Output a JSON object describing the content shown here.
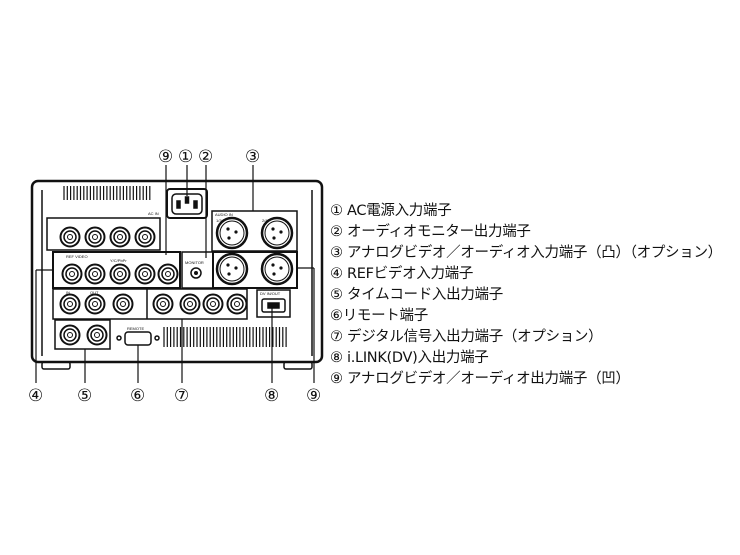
{
  "panel_labels": {
    "ac_in": "AC IN",
    "audio_in": "AUDIO IN",
    "ch13": "1/3",
    "ch24": "2/4",
    "ref_video": "REF VIDEO",
    "in": "IN",
    "out": "OUT",
    "monitor": "MONITOR",
    "remote": "REMOTE",
    "dv": "DV IN/OUT",
    "ypbpr": "Y/C/PbPr"
  },
  "callouts_top": [
    "⑨",
    "①",
    "②",
    "③"
  ],
  "callouts_bottom": [
    "④",
    "⑤",
    "⑥",
    "⑦",
    "⑧",
    "⑨"
  ],
  "legend": [
    "① AC電源入力端子",
    "② オーディオモニター出力端子",
    "③ アナログビデオ／オーディオ入力端子（凸）（オプション）",
    "④ REFビデオ入力端子",
    "⑤ タイムコード入出力端子",
    "⑥リモート端子",
    "⑦ デジタル信号入出力端子（オプション）",
    "⑧ i.LINK(DV)入出力端子",
    "⑨ アナログビデオ／オーディオ出力端子（凹）"
  ]
}
